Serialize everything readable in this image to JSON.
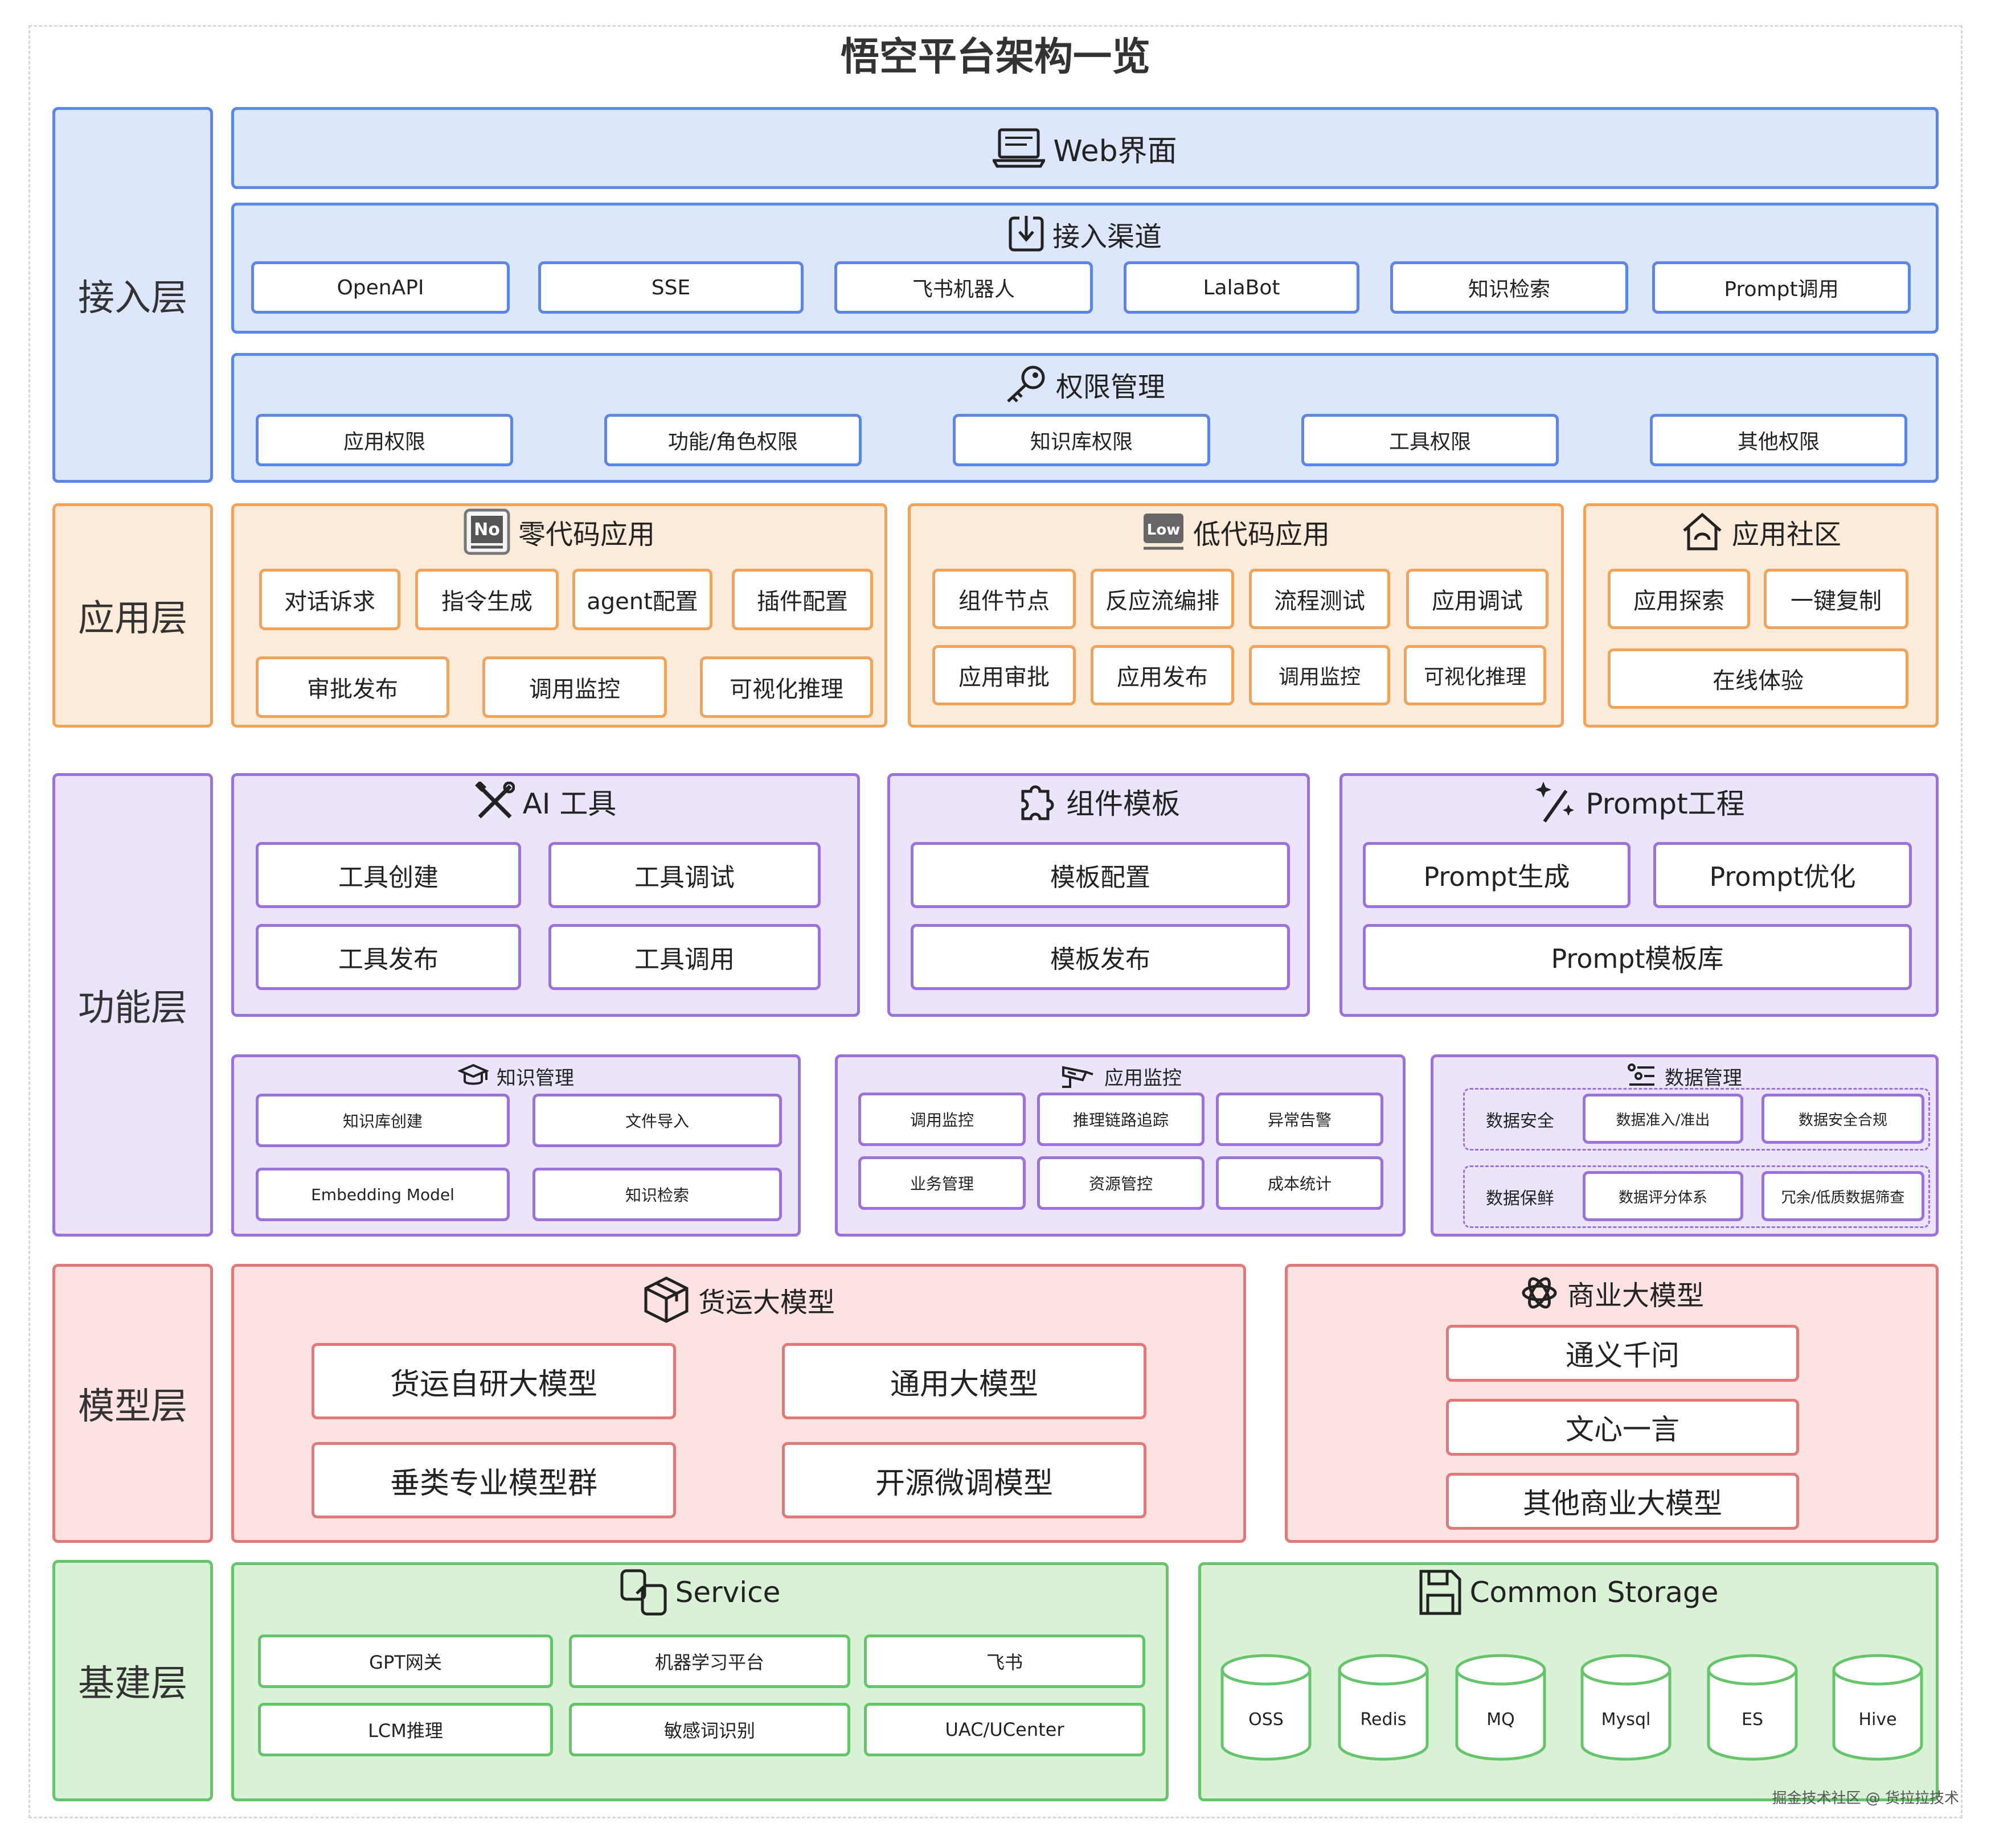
{
  "title": "悟空平台架构一览",
  "layers": {
    "access": "接入层",
    "app": "应用层",
    "func": "功能层",
    "model": "模型层",
    "infra": "基建层"
  },
  "access": {
    "web": "Web界面",
    "channels": {
      "title": "接入渠道",
      "items": [
        "OpenAPI",
        "SSE",
        "飞书机器人",
        "LalaBot",
        "知识检索",
        "Prompt调用"
      ]
    },
    "perm": {
      "title": "权限管理",
      "items": [
        "应用权限",
        "功能/角色权限",
        "知识库权限",
        "工具权限",
        "其他权限"
      ]
    }
  },
  "app": {
    "nocode": {
      "title": "零代码应用",
      "badge": "No",
      "items": [
        "对话诉求",
        "指令生成",
        "agent配置",
        "插件配置",
        "审批发布",
        "调用监控",
        "可视化推理"
      ]
    },
    "lowcode": {
      "title": "低代码应用",
      "badge": "Low",
      "items": [
        "组件节点",
        "反应流编排",
        "流程测试",
        "应用调试",
        "应用审批",
        "应用发布",
        "调用监控",
        "可视化推理"
      ]
    },
    "community": {
      "title": "应用社区",
      "items": [
        "应用探索",
        "一键复制",
        "在线体验"
      ]
    }
  },
  "func": {
    "ai": {
      "title": "AI 工具",
      "items": [
        "工具创建",
        "工具调试",
        "工具发布",
        "工具调用"
      ]
    },
    "tpl": {
      "title": "组件模板",
      "items": [
        "模板配置",
        "模板发布"
      ]
    },
    "prompt": {
      "title": "Prompt工程",
      "items": [
        "Prompt生成",
        "Prompt优化",
        "Prompt模板库"
      ]
    },
    "know": {
      "title": "知识管理",
      "items": [
        "知识库创建",
        "文件导入",
        "Embedding Model",
        "知识检索"
      ]
    },
    "mon": {
      "title": "应用监控",
      "items": [
        "调用监控",
        "推理链路追踪",
        "异常告警",
        "业务管理",
        "资源管控",
        "成本统计"
      ]
    },
    "data": {
      "title": "数据管理",
      "row1": {
        "label": "数据安全",
        "items": [
          "数据准入/准出",
          "数据安全合规"
        ]
      },
      "row2": {
        "label": "数据保鲜",
        "items": [
          "数据评分体系",
          "冗余/低质数据筛查"
        ]
      }
    }
  },
  "model": {
    "freight": {
      "title": "货运大模型",
      "items": [
        "货运自研大模型",
        "通用大模型",
        "垂类专业模型群",
        "开源微调模型"
      ]
    },
    "biz": {
      "title": "商业大模型",
      "items": [
        "通义千问",
        "文心一言",
        "其他商业大模型"
      ]
    }
  },
  "infra": {
    "service": {
      "title": "Service",
      "items": [
        "GPT网关",
        "机器学习平台",
        "飞书",
        "LCM推理",
        "敏感词识别",
        "UAC/UCenter"
      ]
    },
    "storage": {
      "title": "Common Storage",
      "items": [
        "OSS",
        "Redis",
        "MQ",
        "Mysql",
        "ES",
        "Hive"
      ]
    }
  },
  "footer": "掘金技术社区 @ 货拉拉技术",
  "colors": {
    "blue": "#5b86e5",
    "orange": "#f0a35b",
    "purple": "#9b71dc",
    "red": "#e07a7a",
    "green": "#66c56b"
  }
}
